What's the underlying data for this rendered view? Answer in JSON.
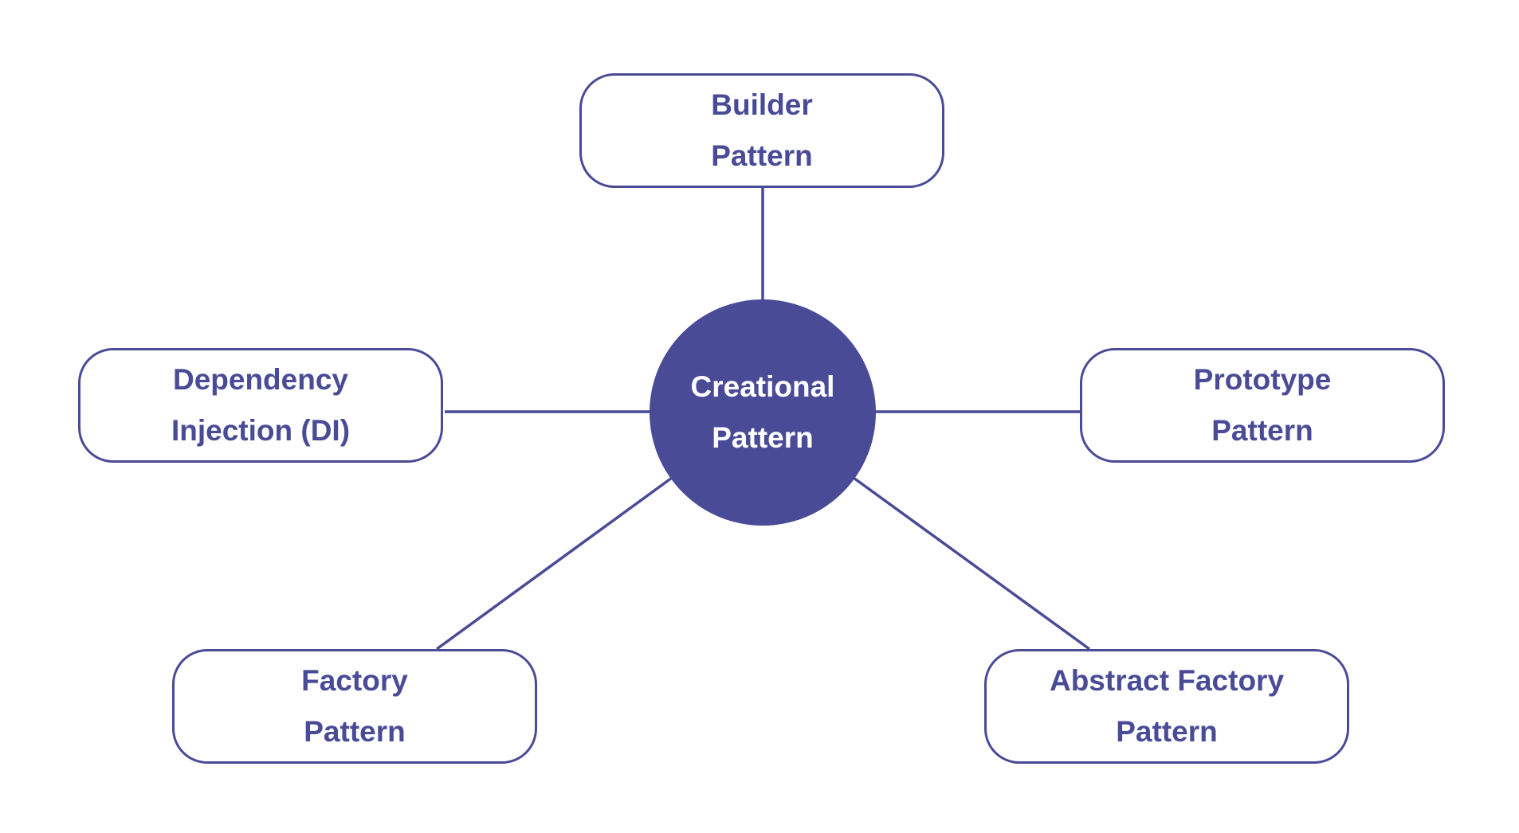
{
  "colors": {
    "accent": "#4a4b97",
    "background": "#ffffff",
    "center_text": "#ffffff"
  },
  "center": {
    "line1": "Creational",
    "line2": "Pattern"
  },
  "nodes": {
    "builder": {
      "line1": "Builder",
      "line2": "Pattern"
    },
    "dependency_injection": {
      "line1": "Dependency",
      "line2": "Injection (DI)"
    },
    "prototype": {
      "line1": "Prototype",
      "line2": "Pattern"
    },
    "factory": {
      "line1": "Factory",
      "line2": "Pattern"
    },
    "abstract_factory": {
      "line1": "Abstract Factory",
      "line2": "Pattern"
    }
  }
}
